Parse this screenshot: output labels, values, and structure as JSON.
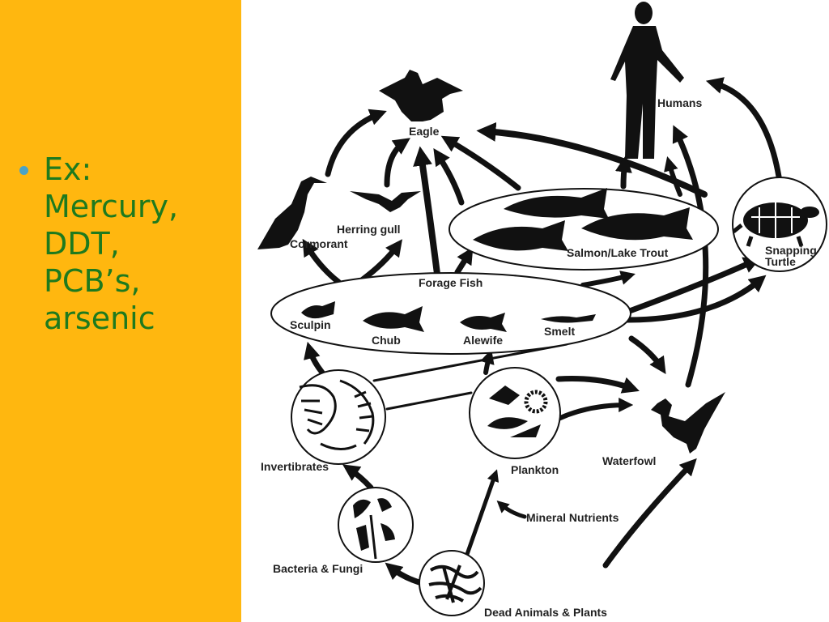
{
  "slide": {
    "bullet": {
      "lines": [
        "Ex:",
        "Mercury,",
        "DDT,",
        "PCB’s,",
        "arsenic"
      ]
    },
    "colors": {
      "panel": "#FFB70F",
      "bullet_text": "#1E7A1E",
      "bullet_dot": "#4BA3C7"
    }
  },
  "diagram": {
    "labels": {
      "eagle": "Eagle",
      "humans": "Humans",
      "herring_gull": "Herring gull",
      "cormorant": "Cormorant",
      "salmon": "Salmon/Lake Trout",
      "snapping_turtle_1": "Snapping",
      "snapping_turtle_2": "Turtle",
      "forage_fish": "Forage Fish",
      "sculpin": "Sculpin",
      "chub": "Chub",
      "alewife": "Alewife",
      "smelt": "Smelt",
      "invertibrates": "Invertibrates",
      "plankton": "Plankton",
      "waterfowl": "Waterfowl",
      "mineral_nutrients": "Mineral Nutrients",
      "bacteria_fungi": "Bacteria & Fungi",
      "dead_animals_plants": "Dead Animals & Plants"
    },
    "icons": {
      "eagle": "eagle-icon",
      "human": "human-icon",
      "gull": "gull-icon",
      "cormorant": "cormorant-icon",
      "salmon": "salmon-icon",
      "turtle": "turtle-icon",
      "sculpin": "sculpin-icon",
      "chub": "chub-icon",
      "alewife": "alewife-icon",
      "smelt": "smelt-icon",
      "invertebrate": "invertebrate-icon",
      "plankton": "plankton-icon",
      "waterfowl": "waterfowl-icon",
      "bacteria": "bacteria-icon",
      "detritus": "detritus-icon"
    }
  }
}
